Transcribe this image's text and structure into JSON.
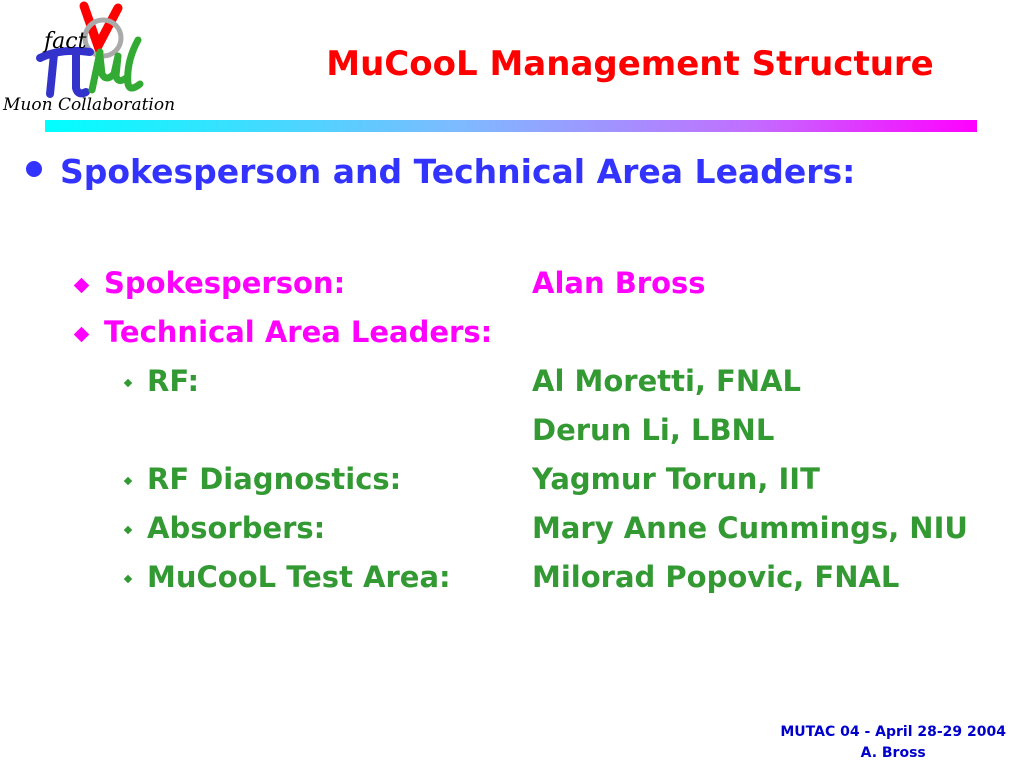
{
  "logo": {
    "text_fact": "fact",
    "text_collab": "Muon Collaboration",
    "colors": {
      "nu": "#ff0000",
      "pi": "#3333cc",
      "mu": "#33aa33"
    }
  },
  "slide": {
    "title": "MuCooL Management Structure",
    "heading": "Spokesperson and Technical Area Leaders:",
    "rows": [
      {
        "label": "Spokesperson:",
        "value": "Alan Bross"
      },
      {
        "label": "Technical Area Leaders:",
        "value": ""
      },
      {
        "label": "RF:",
        "value": "Al Moretti, FNAL"
      },
      {
        "label": "",
        "value": "Derun Li, LBNL"
      },
      {
        "label": "RF Diagnostics:",
        "value": "Yagmur Torun, IIT"
      },
      {
        "label": "Absorbers:",
        "value": "Mary Anne Cummings, NIU"
      },
      {
        "label": "MuCooL Test Area:",
        "value": "Milorad Popovic, FNAL"
      }
    ]
  },
  "footer": {
    "line1": "MUTAC 04 - April 28-29 2004",
    "line2": "A. Bross"
  },
  "colors": {
    "title": "#ff0000",
    "heading": "#3333ff",
    "level2": "#ff00ff",
    "level3": "#339933",
    "footer": "#0000cc"
  }
}
